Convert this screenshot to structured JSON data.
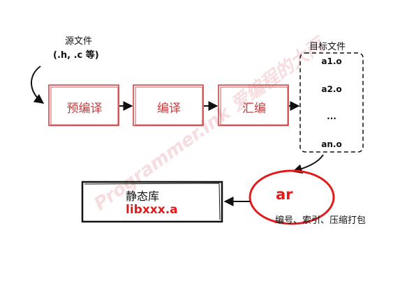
{
  "source": {
    "title": "源文件",
    "extensions": "(.h, .c 等)"
  },
  "steps": [
    {
      "label": "预编译"
    },
    {
      "label": "编译"
    },
    {
      "label": "汇编"
    }
  ],
  "target": {
    "title": "目标文件",
    "files": [
      "a1.o",
      "a2.o",
      "...",
      "an.o"
    ]
  },
  "archiver": {
    "label": "ar",
    "description": "编号、索引、压缩打包"
  },
  "library": {
    "title": "静态库",
    "name": "libxxx.a"
  },
  "watermark": {
    "text": "Programmer.ink 爱编程的大丙"
  },
  "colors": {
    "accent": "#e01b1b",
    "step_border": "#c83a3a"
  }
}
